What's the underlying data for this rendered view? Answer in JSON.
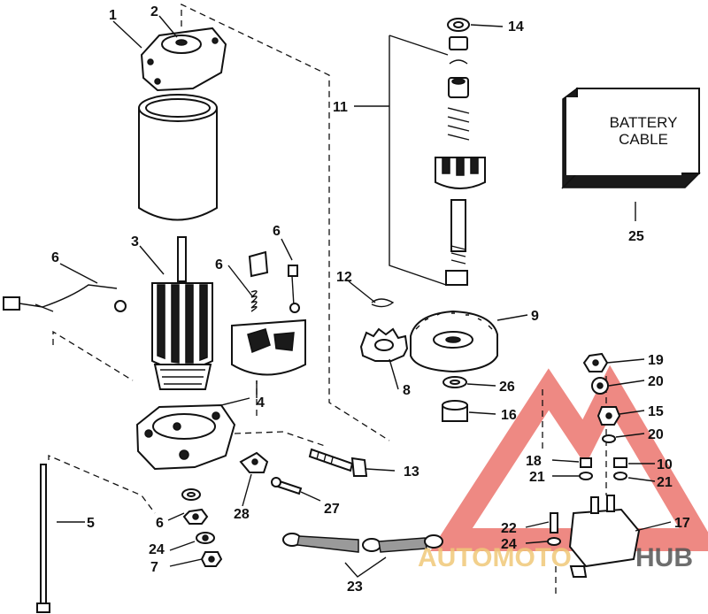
{
  "callouts": {
    "c1": "1",
    "c2": "2",
    "c3": "3",
    "c4": "4",
    "c5": "5",
    "c6a": "6",
    "c6b": "6",
    "c6c": "6",
    "c6d": "6",
    "c7": "7",
    "c8": "8",
    "c9": "9",
    "c10": "10",
    "c11": "11",
    "c12": "12",
    "c13": "13",
    "c14": "14",
    "c15": "15",
    "c16": "16",
    "c17": "17",
    "c18": "18",
    "c19": "19",
    "c20a": "20",
    "c20b": "20",
    "c21a": "21",
    "c21b": "21",
    "c22": "22",
    "c23": "23",
    "c24a": "24",
    "c24b": "24",
    "c25": "25",
    "c26": "26",
    "c27": "27",
    "c28": "28"
  },
  "battery_cable": {
    "line1": "BATTERY",
    "line2": "CABLE"
  },
  "watermark": {
    "brand_left": "AUTOMOTO",
    "brand_right": "HUB",
    "color": "#e0281e"
  }
}
